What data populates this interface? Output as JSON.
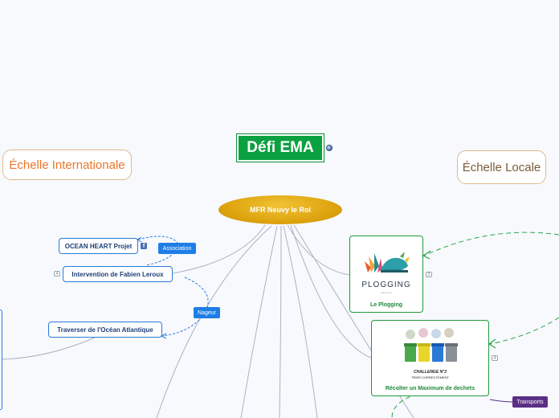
{
  "title": {
    "text": "Défi EMA"
  },
  "scales": {
    "international": "Échelle Internationale",
    "local": "Échelle Locale"
  },
  "center": {
    "text": "MFR Neuvy le Roi"
  },
  "left_nodes": [
    {
      "label": "OCEAN HEART Projet",
      "badge": ""
    },
    {
      "label": "Intervention de Fabien Leroux",
      "badge": "4"
    },
    {
      "label": "Traverser de l'Océan Atlantique",
      "badge": ""
    }
  ],
  "tags": {
    "association": "Association",
    "nageur": "Nageur",
    "transports": "Transports"
  },
  "facebook_glyph": "f",
  "cards": [
    {
      "label": "Le Plogging",
      "badge": "2",
      "logo_text": "PLOGGING",
      "logo_sub": "trash team"
    },
    {
      "label": "Récolter un Maximum de dechets",
      "badge": "4",
      "image_line1": "CHALLENGE N°3",
      "image_line2": "TRIER CORRECTEMENT"
    }
  ],
  "colors": {
    "title_bg": "#0aa140",
    "center_bg": "#dca20d",
    "node_border": "#2a7ad6",
    "card_border": "#1f9a3e",
    "tag_blue": "#1e7ee6",
    "tag_purple": "#5b2f86",
    "scale_int_text": "#e8762b",
    "relation_line": "#2aa64a"
  }
}
